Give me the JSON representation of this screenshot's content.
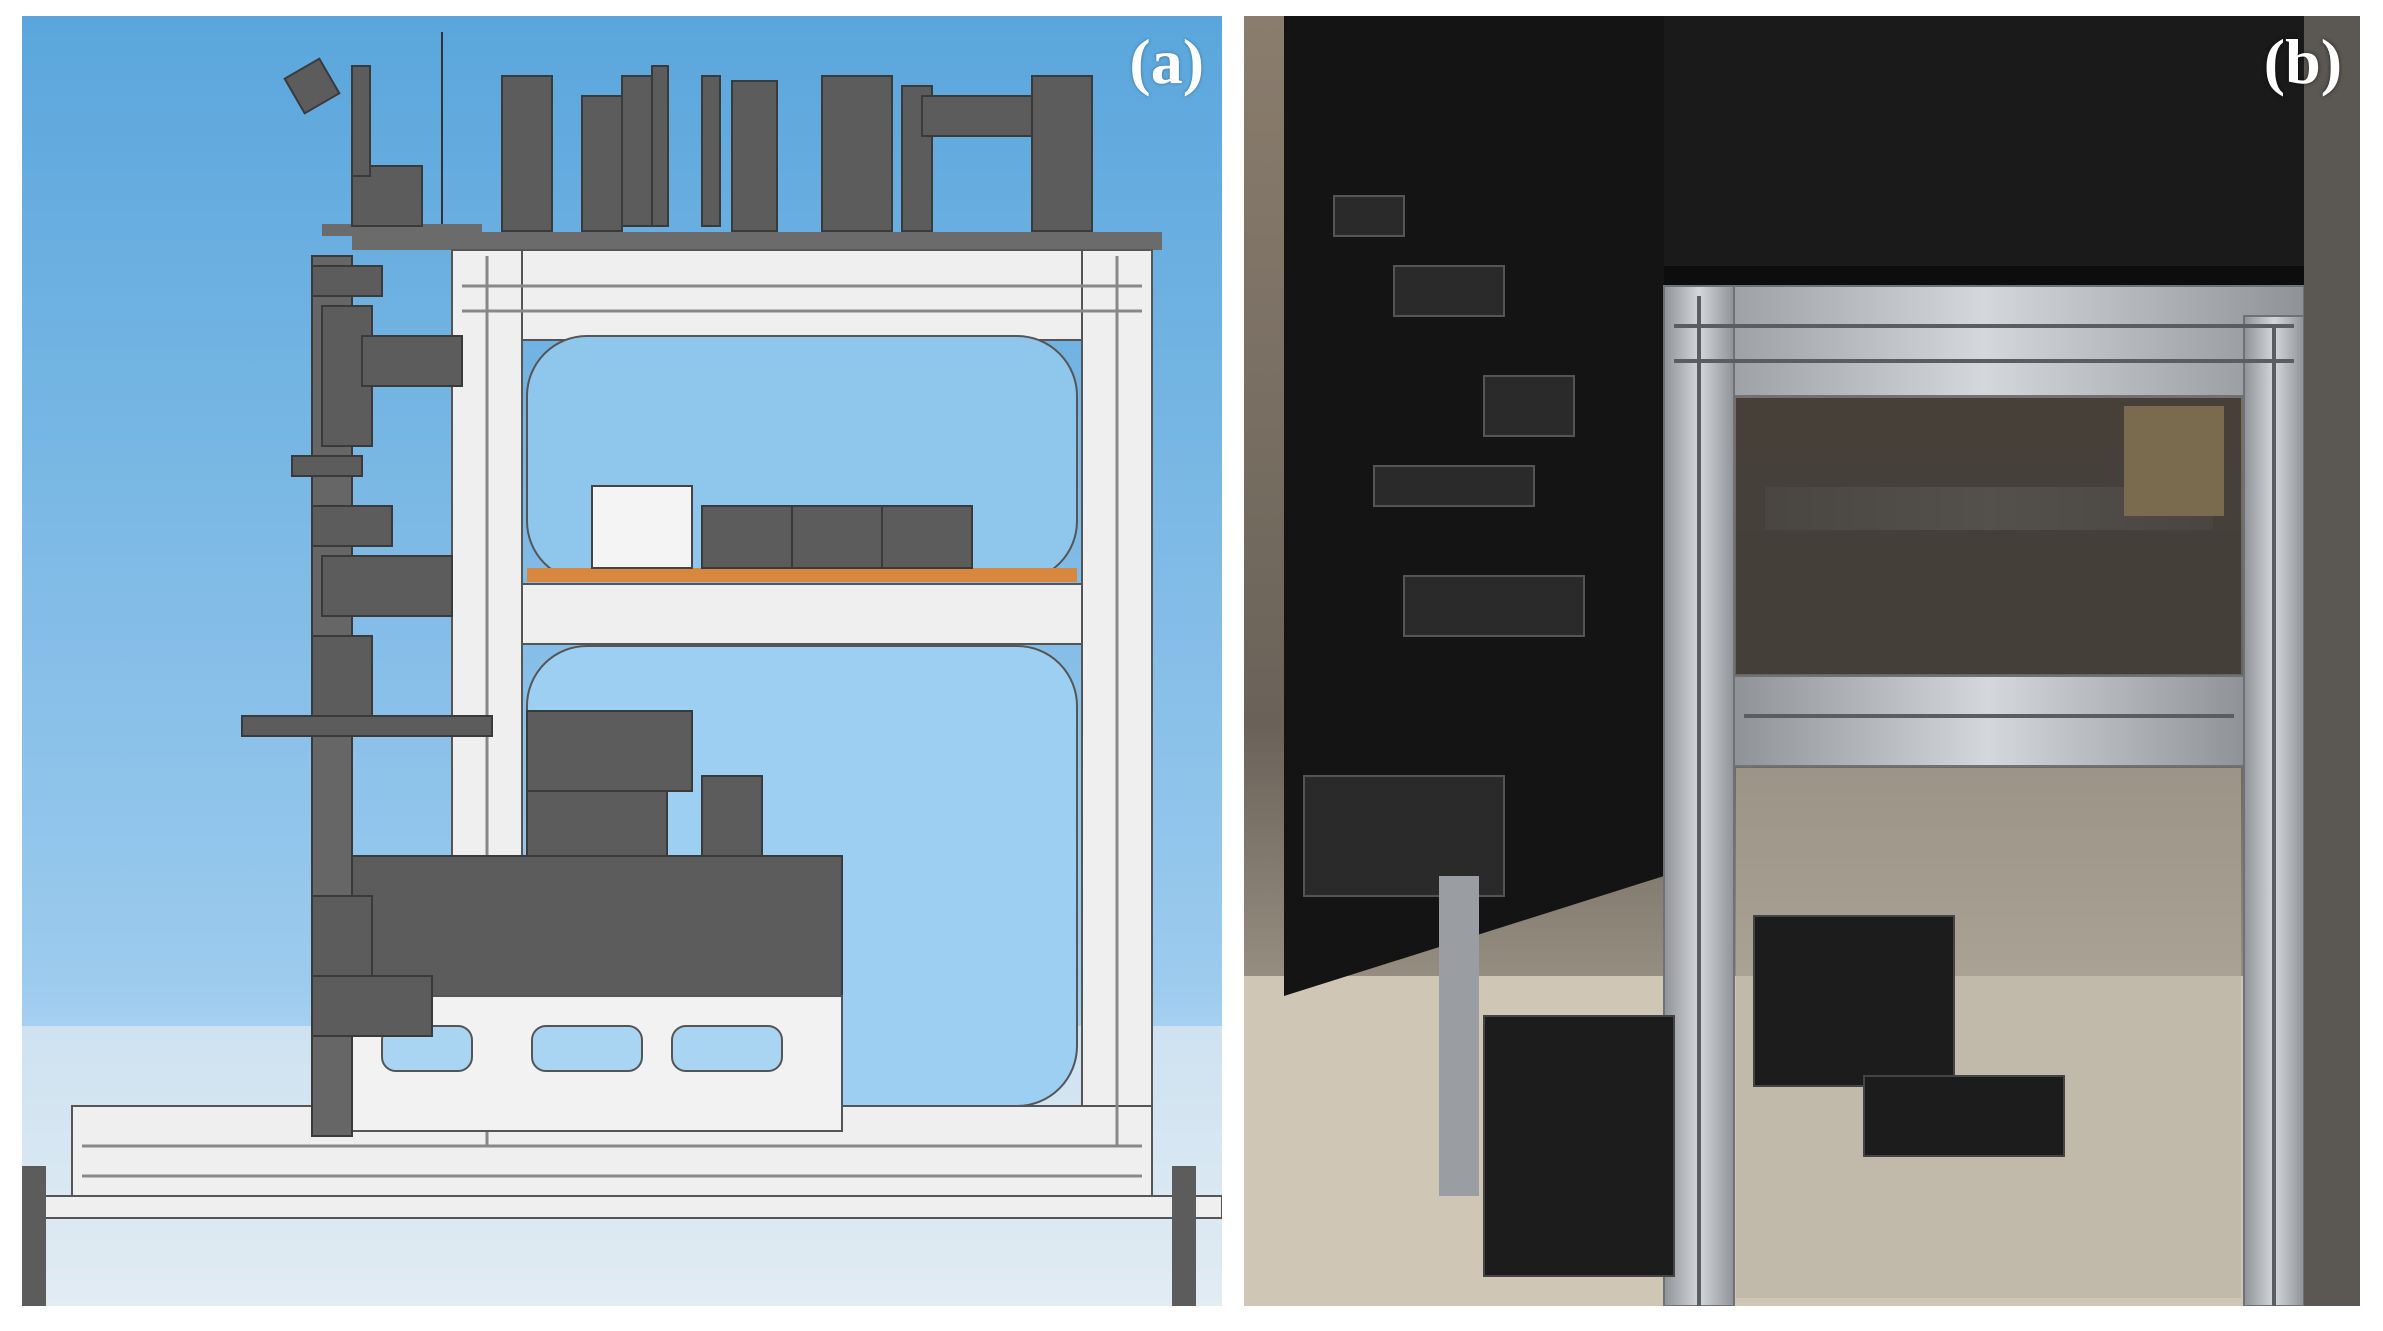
{
  "figure": {
    "panels": [
      {
        "id": "a",
        "label": "(a)",
        "kind": "cad-rendering",
        "subject": "optical-table-frame-side-view"
      },
      {
        "id": "b",
        "label": "(b)",
        "kind": "photograph",
        "subject": "built-aluminum-frame-with-optics"
      }
    ]
  },
  "colors": {
    "cad_sky_top": "#5aa6dc",
    "cad_sky_bottom": "#dfeef8",
    "extrusion": "#ededed",
    "component_gray": "#5c5c5c",
    "shelf_orange": "#d8883e",
    "photo_black_panel": "#141414",
    "photo_aluminum": "#b9bcc0",
    "photo_floor": "#cfc6b6"
  },
  "icons": {
    "shelf-box": "gray-block",
    "controller-box": "white-box-with-knobs"
  }
}
